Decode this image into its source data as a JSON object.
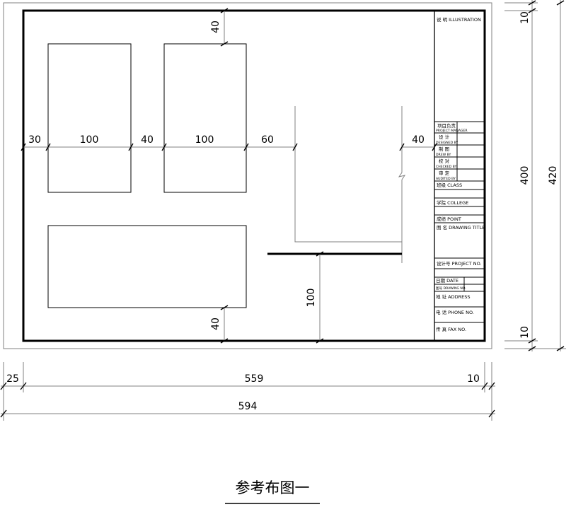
{
  "dimensions": {
    "top_gap": "40",
    "bottom_gap": "40",
    "left_margin": "30",
    "panel1_width": "100",
    "between_panels": "40",
    "panel2_width": "100",
    "to_notch": "60",
    "notch_to_block": "40",
    "lower_height": "100",
    "frame_top": "10",
    "frame_bottom": "10",
    "inner_height": "400",
    "sheet_height": "420",
    "bind_margin": "25",
    "inner_width": "559",
    "right_margin": "10",
    "sheet_width": "594"
  },
  "title_block": {
    "illustration": "说 明  ILLUSTRATION",
    "project_manager_cn": "项目负责",
    "project_manager_en": "PROJECT MANAGER",
    "designed_cn": "设 计",
    "designed_en": "DESIGNED BY",
    "drawn_cn": "制 图",
    "drawn_en": "DREW BY",
    "checked_cn": "校 对",
    "checked_en": "CHECKED BY",
    "audited_cn": "审 定",
    "audited_en": "AUDITED BY",
    "class": "班级     CLASS",
    "college": "学院     COLLEGE",
    "point": "成绩 POINT",
    "drawing_title": "图  名 DRAWING TITLE",
    "project_no": "设计号  PROJECT NO.",
    "date": "日期 DATE",
    "drawing_no": "图号 DRAWING NO.",
    "address": "地  址 ADDRESS",
    "phone": "电  话 PHONE NO.",
    "fax": "传  真 FAX NO."
  },
  "caption": "参考布图一"
}
